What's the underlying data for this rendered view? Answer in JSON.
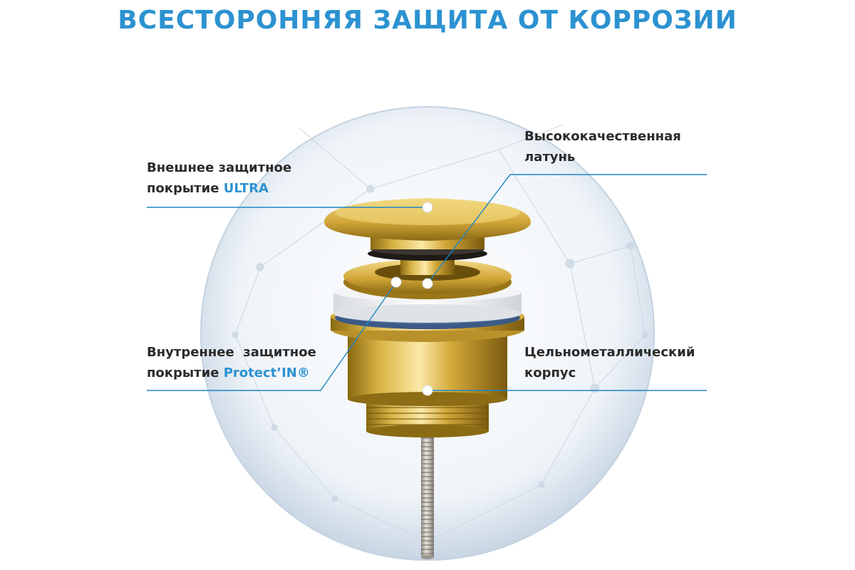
{
  "title": "ВСЕСТОРОННЯЯ ЗАЩИТА ОТ КОРРОЗИИ",
  "callouts": {
    "outer_coating": {
      "line1": "Внешнее защитное",
      "line2_prefix": "покрытие ",
      "line2_accent": "ULTRA"
    },
    "brass": {
      "line1": "Высококачественная",
      "line2": "латунь"
    },
    "inner_coating": {
      "line1": "Внутреннее  защитное",
      "line2_prefix": "покрытие ",
      "line2_accent": "Protect’IN®"
    },
    "body": {
      "line1": "Цельнометаллический",
      "line2": "корпус"
    }
  },
  "colors": {
    "accent": "#2c92d1",
    "text": "#2a2a2a",
    "gold": "#c9a227"
  }
}
